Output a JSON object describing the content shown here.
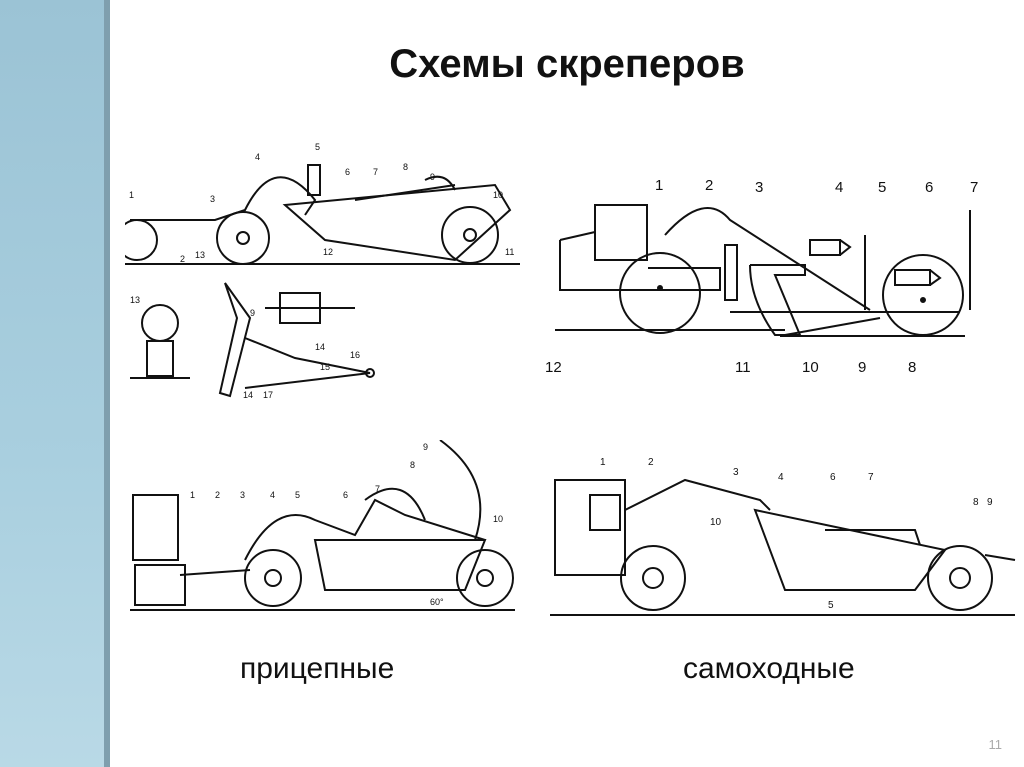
{
  "slide": {
    "title": "Схемы скреперов",
    "captions": {
      "left": "прицепные",
      "right": "самоходные"
    },
    "page_number": "11"
  },
  "figures": {
    "trailed_side": {
      "labels": [
        "1",
        "2",
        "3",
        "4",
        "5",
        "6",
        "7",
        "8",
        "9",
        "10",
        "11",
        "12",
        "13"
      ]
    },
    "trailed_details": {
      "labels": [
        "13",
        "9",
        "14",
        "15",
        "16",
        "17",
        "14"
      ]
    },
    "self_propelled_schema": {
      "labels": [
        "1",
        "2",
        "3",
        "4",
        "5",
        "6",
        "7",
        "8",
        "9",
        "10",
        "11",
        "12"
      ]
    },
    "trailed_tractor": {
      "labels": [
        "1",
        "2",
        "3",
        "4",
        "5",
        "6",
        "7",
        "8",
        "9",
        "10"
      ],
      "angle": "60°"
    },
    "self_propelled_truck": {
      "labels": [
        "1",
        "2",
        "3",
        "4",
        "6",
        "7",
        "8",
        "9",
        "10",
        "5"
      ]
    }
  },
  "colors": {
    "sidebar": "#9bc3d5",
    "sidebar_edge": "#7f9fae",
    "ink": "#111111"
  }
}
